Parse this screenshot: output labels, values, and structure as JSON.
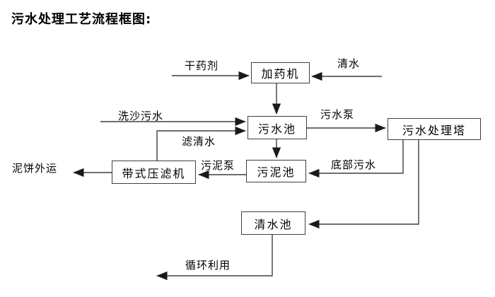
{
  "title": "污水处理工艺流程框图:",
  "nodes": {
    "dosing_machine": "加药机",
    "sewage_pool": "污水池",
    "treatment_tower": "污水处理塔",
    "sludge_pool": "污泥池",
    "belt_filter_press": "带式压滤机",
    "clean_water_pool": "清水池"
  },
  "edge_labels": {
    "dry_agent": "干药剂",
    "clean_water": "清水",
    "sand_washing_sewage": "洗沙污水",
    "filtered_water": "滤清水",
    "sewage_pump": "污水泵",
    "bottom_sewage": "底部污水",
    "sludge_pump": "污泥泵",
    "mud_cake_transport": "泥饼外运",
    "recycling_use": "循环利用"
  },
  "colors": {
    "background": "#ffffff",
    "line": "#3f3f3f",
    "text": "#000000"
  }
}
